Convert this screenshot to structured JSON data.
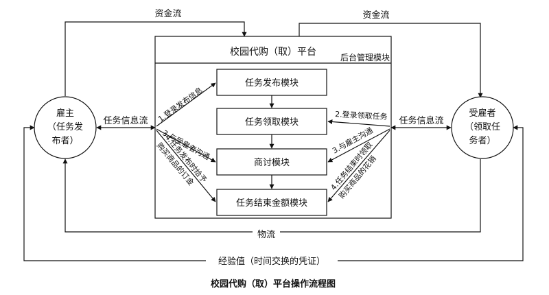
{
  "platform": {
    "title": "校园代购（取）平台",
    "backend_label": "后台管理模块",
    "modules": [
      "任务发布模块",
      "任务领取模块",
      "商讨模块",
      "任务结束金额模块"
    ]
  },
  "employer": {
    "line1": "雇主",
    "line2": "（任务发",
    "line3": "布者）"
  },
  "employee": {
    "line1": "受雇者",
    "line2": "（领取任",
    "line3": "务者）"
  },
  "flows": {
    "money_left": "资金流",
    "money_right": "资金流",
    "info_left": "任务信息流",
    "info_right": "任务信息流",
    "logistics": "物流",
    "experience": "经验值（时间交换的凭证）"
  },
  "left_steps": {
    "step1": "1.登录发布信息",
    "step2": "3.与受雇者沟通",
    "step3a": "4.任务发布时给予",
    "step3b": "购买商品的订金"
  },
  "right_steps": {
    "step1": "2.登录领取任务",
    "step2": "3.与雇主沟通",
    "step3a": "4.任务结束时领取",
    "step3b": "购买商品的花销"
  },
  "caption": "校园代购（取）平台操作流程图",
  "colors": {
    "line": "#111111",
    "background": "#ffffff"
  }
}
